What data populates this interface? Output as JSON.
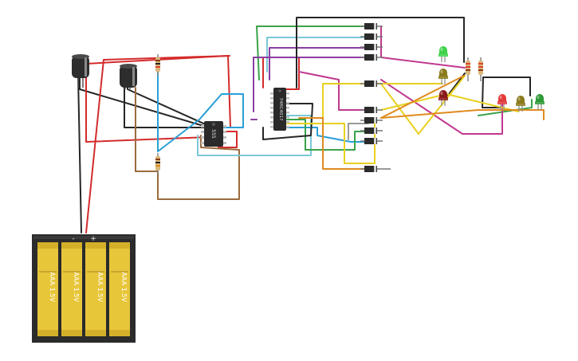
{
  "canvas": {
    "background": "#ffffff"
  },
  "colors": {
    "red": "#d42b2b",
    "black": "#262626",
    "brown": "#9b6b3c",
    "blue": "#2a9fd6",
    "lightblue": "#7cc8d6",
    "green": "#3aa34a",
    "purple": "#8a3ea0",
    "magenta": "#c0398e",
    "yellow": "#e8d01f",
    "orange": "#e08a1e",
    "gray": "#9a9a9a",
    "battery_case": "#2b2b2b",
    "battery_cell": "#e8c63a",
    "chip_body": "#2a2a2a"
  },
  "components": {
    "timer_ic": {
      "label": "555"
    },
    "counter_ic": {
      "label": "74HC4017"
    },
    "battery_pack": {
      "polarity_minus": "-",
      "polarity_plus": "+",
      "cells": [
        {
          "label": "AAA 1.5V"
        },
        {
          "label": "AAA 1.5V"
        },
        {
          "label": "AAA 1.5V"
        },
        {
          "label": "AAA 1.5V"
        }
      ]
    },
    "leds_left": [
      {
        "color": "#3fd24a"
      },
      {
        "color": "#8a7a1c"
      },
      {
        "color": "#8a1a1a"
      }
    ],
    "leds_right": [
      {
        "color": "#e23b3b"
      },
      {
        "color": "#8a7a1c"
      },
      {
        "color": "#2f9a38"
      }
    ]
  }
}
